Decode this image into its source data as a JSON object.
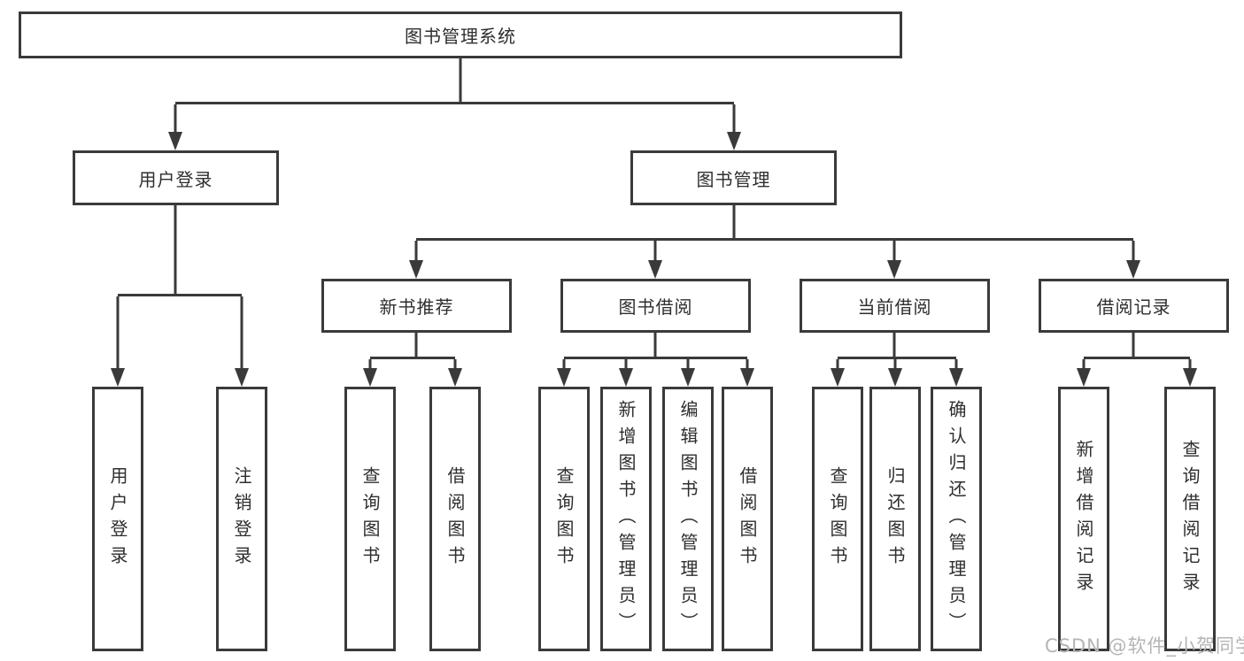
{
  "tree": {
    "label": "图书管理系统",
    "children": [
      {
        "label": "用户登录",
        "children": [
          {
            "label": "用户登录"
          },
          {
            "label": "注销登录"
          }
        ]
      },
      {
        "label": "图书管理",
        "children": [
          {
            "label": "新书推荐",
            "children": [
              {
                "label": "查询图书"
              },
              {
                "label": "借阅图书"
              }
            ]
          },
          {
            "label": "图书借阅",
            "children": [
              {
                "label": "查询图书"
              },
              {
                "label": "新增图书（管理员）"
              },
              {
                "label": "编辑图书（管理员）"
              },
              {
                "label": "借阅图书"
              }
            ]
          },
          {
            "label": "当前借阅",
            "children": [
              {
                "label": "查询图书"
              },
              {
                "label": "归还图书"
              },
              {
                "label": "确认归还（管理员）"
              }
            ]
          },
          {
            "label": "借阅记录",
            "children": [
              {
                "label": "新增借阅记录"
              },
              {
                "label": "查询借阅记录"
              }
            ]
          }
        ]
      }
    ]
  },
  "watermark": {
    "text": "CSDN @软件_小贺同学"
  },
  "colors": {
    "line": "#3a3a3a",
    "box_border": "#3a3a3a",
    "box_fill": "#ffffff",
    "text": "#2e2e2e",
    "watermark": "#b5b5b5",
    "background": "#ffffff"
  }
}
